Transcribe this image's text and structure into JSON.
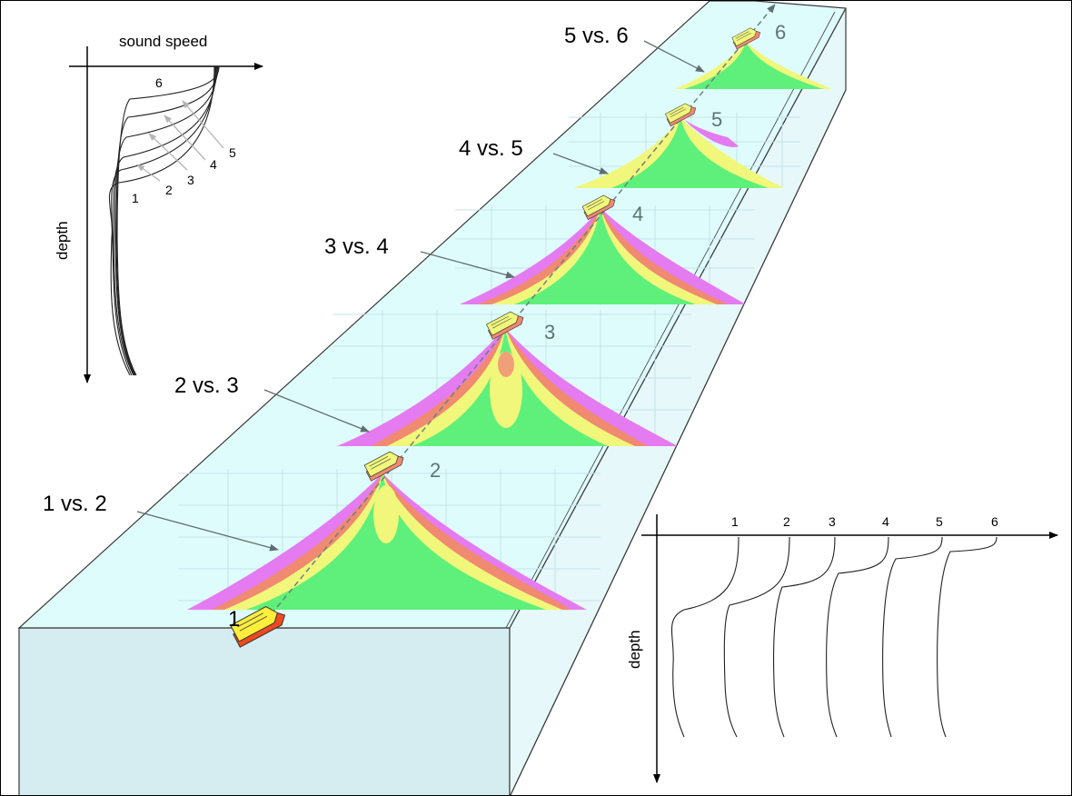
{
  "top_profile": {
    "x_label": "sound speed",
    "y_label": "depth",
    "curve_labels": [
      "1",
      "2",
      "3",
      "4",
      "5",
      "6"
    ]
  },
  "comparisons": [
    "1 vs. 2",
    "2 vs. 3",
    "3 vs. 4",
    "4 vs. 5",
    "5 vs. 6"
  ],
  "ships": [
    "1",
    "2",
    "3",
    "4",
    "5",
    "6"
  ],
  "bottom_profile": {
    "y_label": "depth",
    "curve_labels": [
      "1",
      "2",
      "3",
      "4",
      "5",
      "6"
    ]
  },
  "colors": {
    "water_surface": "#dffcfd",
    "water_side": "#d5edf0",
    "green": "#5ef07a",
    "yellow": "#f0f77a",
    "orange": "#f08a70",
    "magenta": "#e57bf0",
    "ship_body": "#ffee3a",
    "ship_hull": "#f04a20"
  }
}
